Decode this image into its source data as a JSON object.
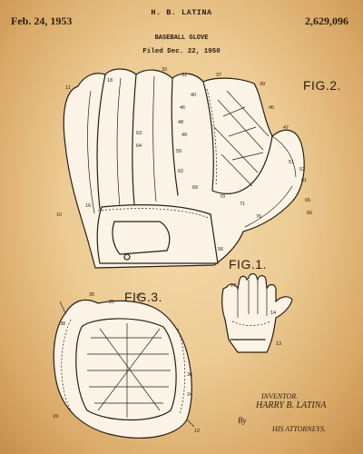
{
  "header": {
    "date": "Feb. 24, 1953",
    "inventor": "H. B. LATINA",
    "title": "BASEBALL GLOVE",
    "filed": "Filed Dec. 22, 1950",
    "patent_number": "2,629,096"
  },
  "figures": {
    "fig2": "FIG.2.",
    "fig1": "FIG.1.",
    "fig3": "FIG.3."
  },
  "signature": {
    "label": "INVENTOR.",
    "name": "HARRY B. LATINA",
    "by": "By",
    "attorney": "HIS ATTORNEYS."
  },
  "reference_numerals": [
    "11",
    "18",
    "33",
    "31",
    "37",
    "39",
    "40",
    "45",
    "46",
    "47",
    "48",
    "49",
    "51",
    "52",
    "59",
    "61",
    "62",
    "63",
    "64",
    "65",
    "66",
    "69",
    "70",
    "71",
    "76",
    "10",
    "16",
    "56",
    "17",
    "14",
    "13",
    "35",
    "25",
    "26",
    "38",
    "36",
    "24",
    "19",
    "12"
  ],
  "colors": {
    "paper": "#eccb93",
    "ink": "#2a1d12"
  }
}
